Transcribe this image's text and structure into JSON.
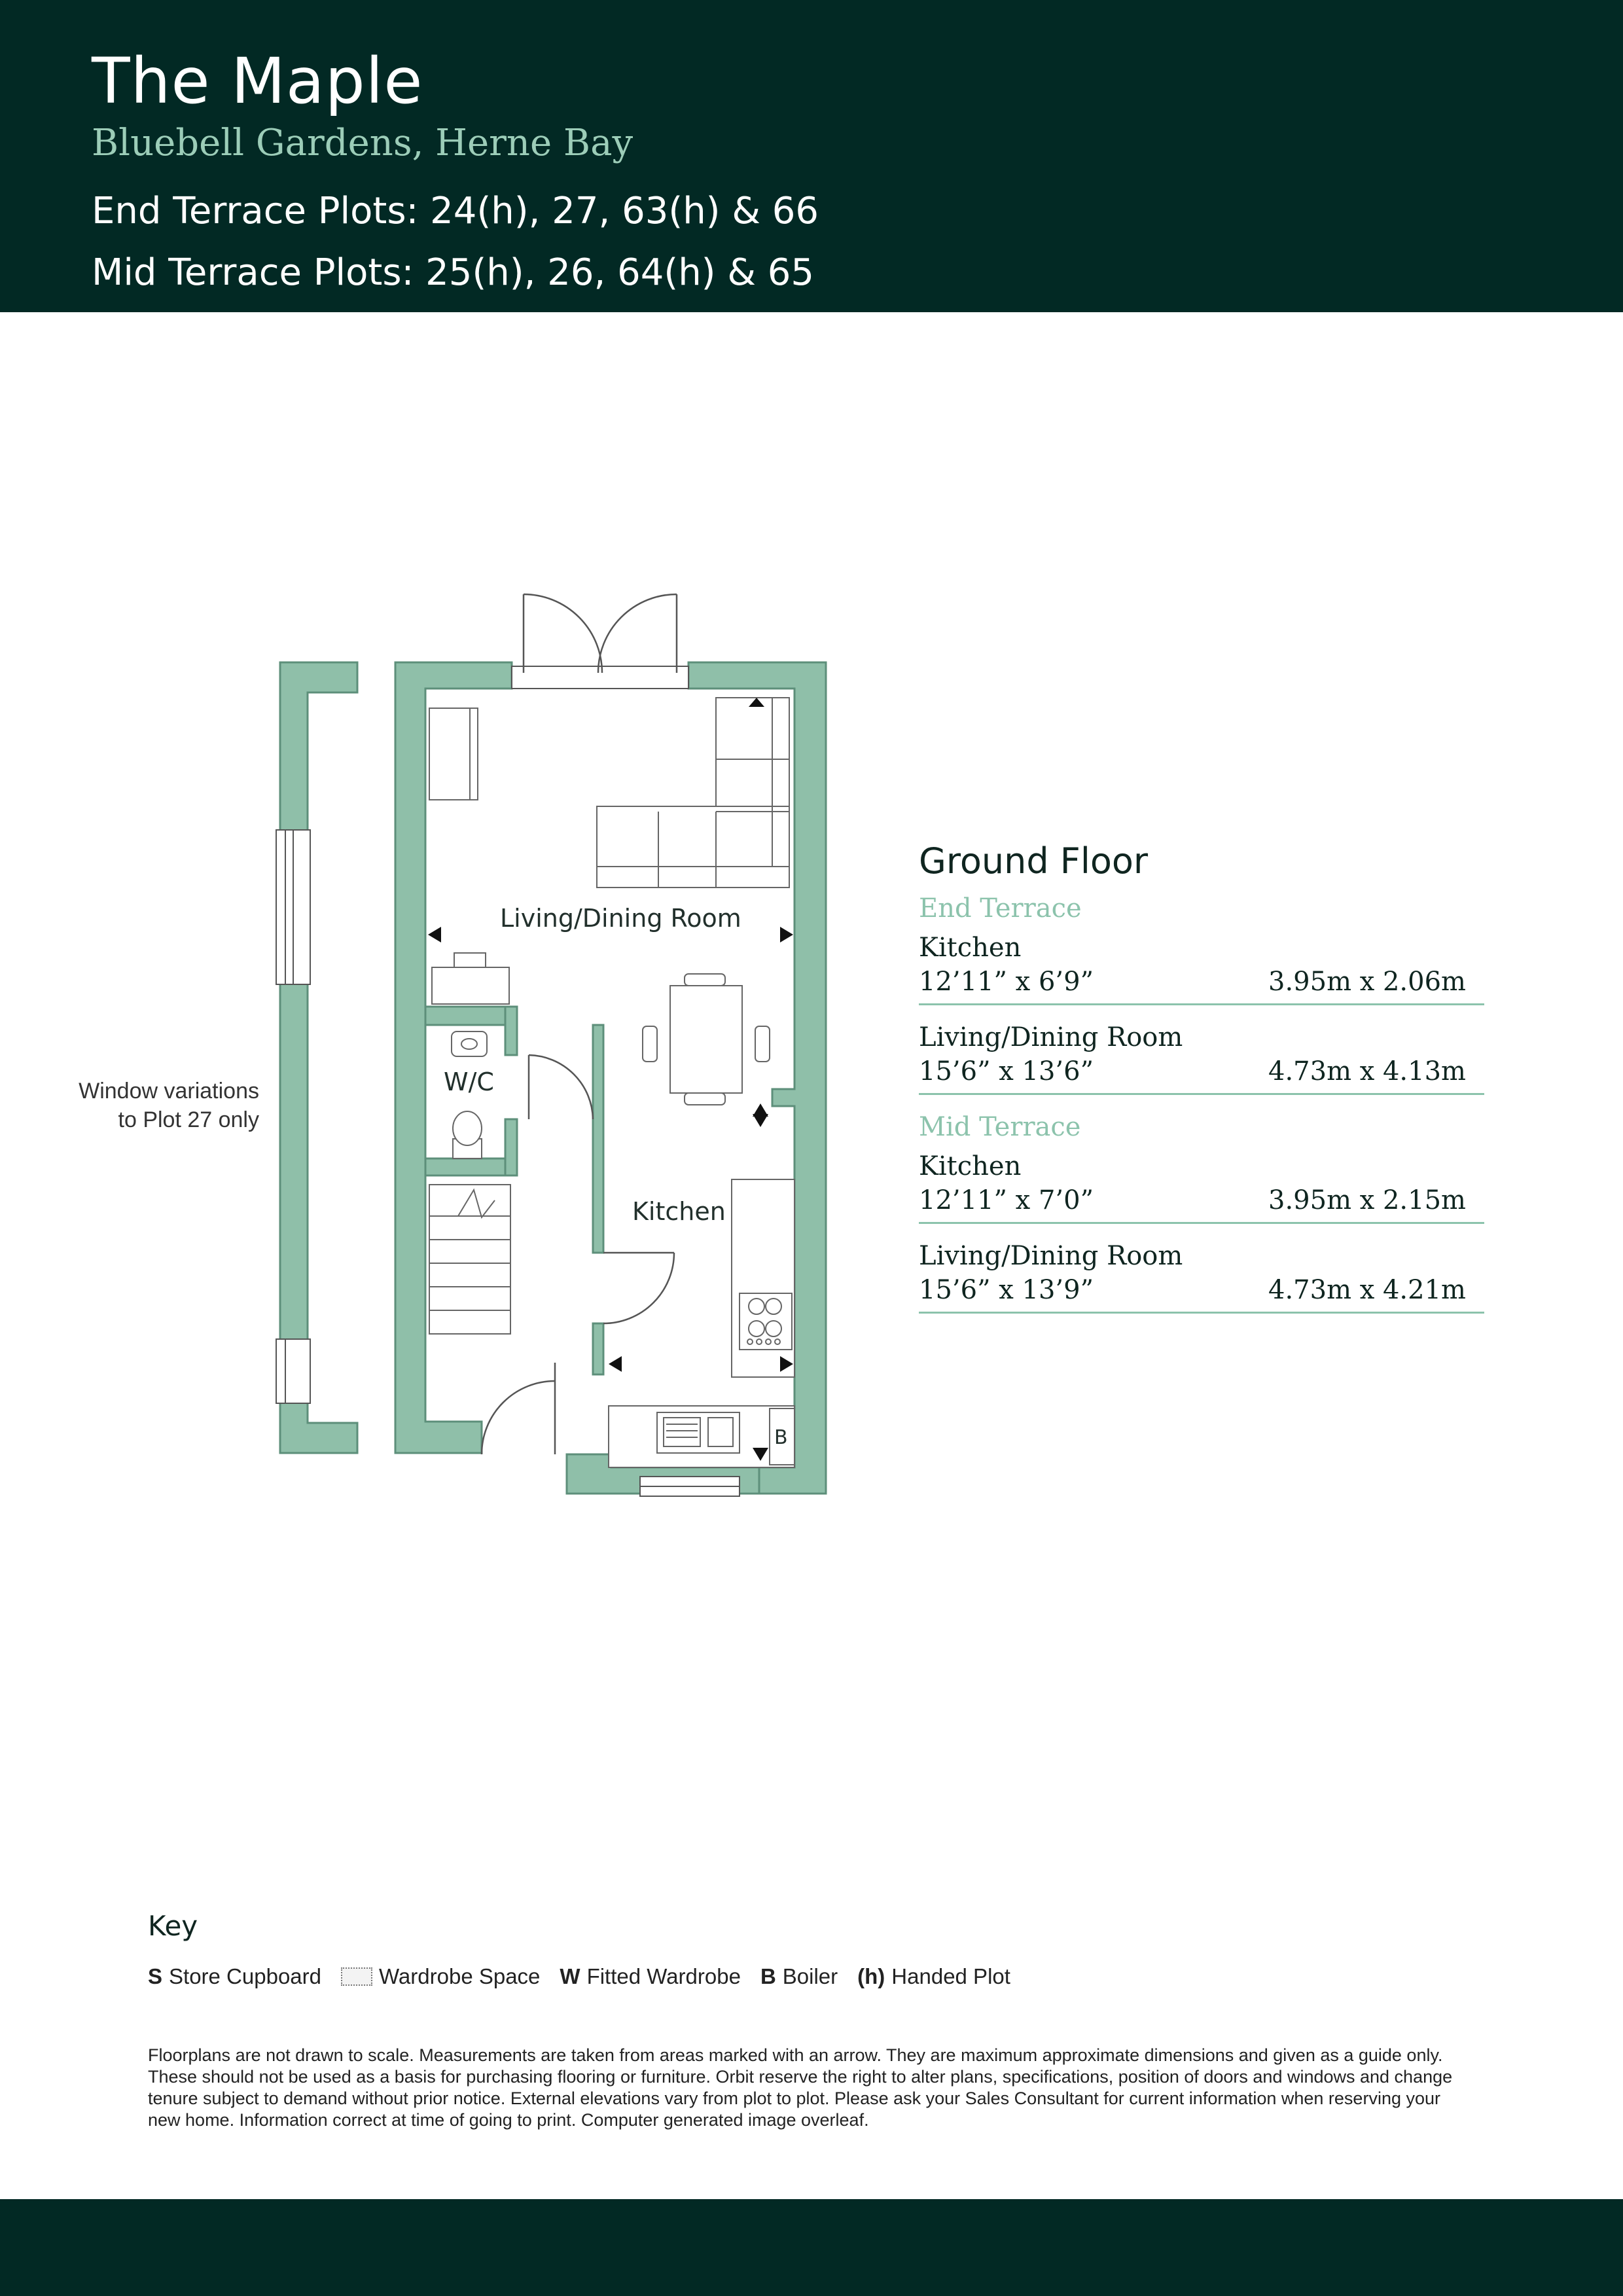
{
  "header": {
    "title": "The Maple",
    "subtitle": "Bluebell Gardens, Herne Bay",
    "end_terrace_plots": "End Terrace Plots: 24(h), 27, 63(h) & 66",
    "mid_terrace_plots": "Mid Terrace Plots: 25(h), 26, 64(h) & 65"
  },
  "plan": {
    "rooms": {
      "living": "Living/Dining Room",
      "wc": "W/C",
      "kitchen": "Kitchen",
      "boiler": "B"
    },
    "side_note": {
      "line1": "Window variations",
      "line2": "to Plot 27 only"
    },
    "colors": {
      "wall": "#8fbfa9",
      "wall_edge": "#5d8f7a",
      "line": "#555555"
    }
  },
  "spec": {
    "title": "Ground Floor",
    "end_terrace": {
      "label": "End Terrace",
      "kitchen": {
        "name": "Kitchen",
        "imperial": "12’11” x 6’9”",
        "metric": "3.95m x 2.06m"
      },
      "living": {
        "name": "Living/Dining Room",
        "imperial": "15’6” x 13’6”",
        "metric": "4.73m x 4.13m"
      }
    },
    "mid_terrace": {
      "label": "Mid Terrace",
      "kitchen": {
        "name": "Kitchen",
        "imperial": "12’11” x 7’0”",
        "metric": "3.95m x 2.15m"
      },
      "living": {
        "name": "Living/Dining Room",
        "imperial": "15’6” x 13’9”",
        "metric": "4.73m x 4.21m"
      }
    }
  },
  "key": {
    "title": "Key",
    "store": {
      "code": "S",
      "label": "Store Cupboard"
    },
    "wardrobe_space": {
      "label": "Wardrobe Space"
    },
    "fitted_wardrobe": {
      "code": "W",
      "label": "Fitted Wardrobe"
    },
    "boiler": {
      "code": "B",
      "label": "Boiler"
    },
    "handed": {
      "code": "(h)",
      "label": "Handed Plot"
    }
  },
  "disclaimer": "Floorplans are not drawn to scale. Measurements are taken from areas marked with an arrow. They are maximum approximate dimensions and given as a guide only. These should not be used as a basis for purchasing flooring or furniture. Orbit reserve the right to alter plans, specifications, position of doors and windows and change tenure subject to demand without prior notice. External elevations vary from plot to plot. Please ask your Sales Consultant for current information when reserving your new home. Information correct at time of going to print. Computer generated image overleaf."
}
